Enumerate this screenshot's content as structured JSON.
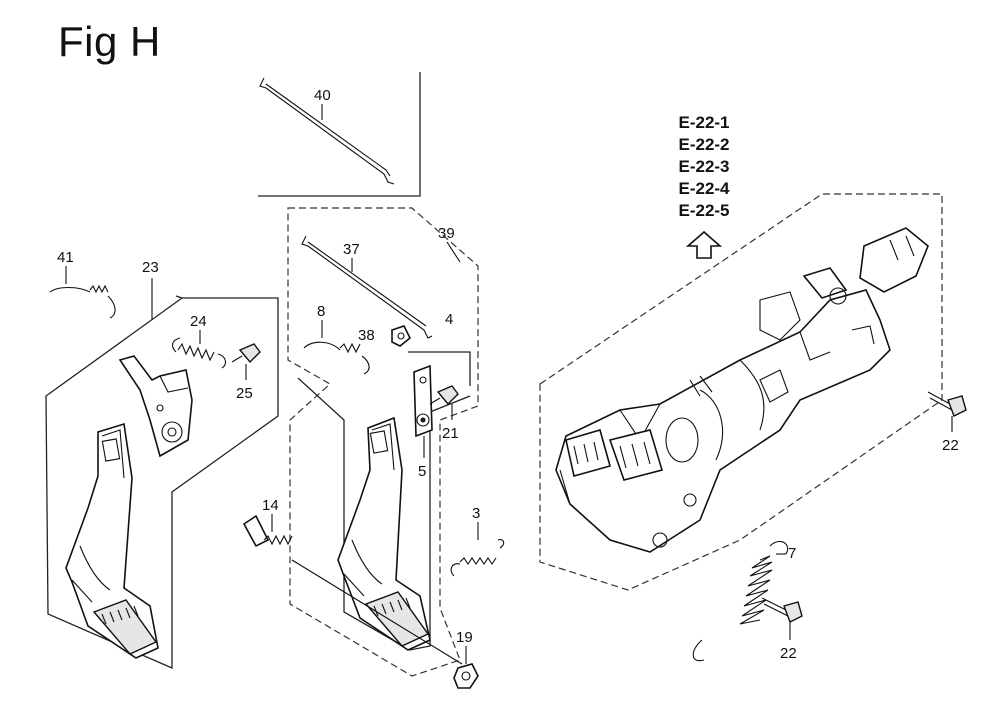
{
  "figure": {
    "title": "Fig H",
    "reference_pages": [
      "E-22-1",
      "E-22-2",
      "E-22-3",
      "E-22-4",
      "E-22-5"
    ]
  },
  "part_callouts": [
    {
      "id": "p40",
      "label": "40"
    },
    {
      "id": "p39",
      "label": "39"
    },
    {
      "id": "p37",
      "label": "37"
    },
    {
      "id": "p41",
      "label": "41"
    },
    {
      "id": "p23",
      "label": "23"
    },
    {
      "id": "p24",
      "label": "24"
    },
    {
      "id": "p25",
      "label": "25"
    },
    {
      "id": "p8",
      "label": "8"
    },
    {
      "id": "p38",
      "label": "38"
    },
    {
      "id": "p4",
      "label": "4"
    },
    {
      "id": "p21",
      "label": "21"
    },
    {
      "id": "p5",
      "label": "5"
    },
    {
      "id": "p14",
      "label": "14"
    },
    {
      "id": "p3",
      "label": "3"
    },
    {
      "id": "p19",
      "label": "19"
    },
    {
      "id": "p7",
      "label": "7"
    },
    {
      "id": "p22a",
      "label": "22"
    },
    {
      "id": "p22b",
      "label": "22"
    }
  ]
}
